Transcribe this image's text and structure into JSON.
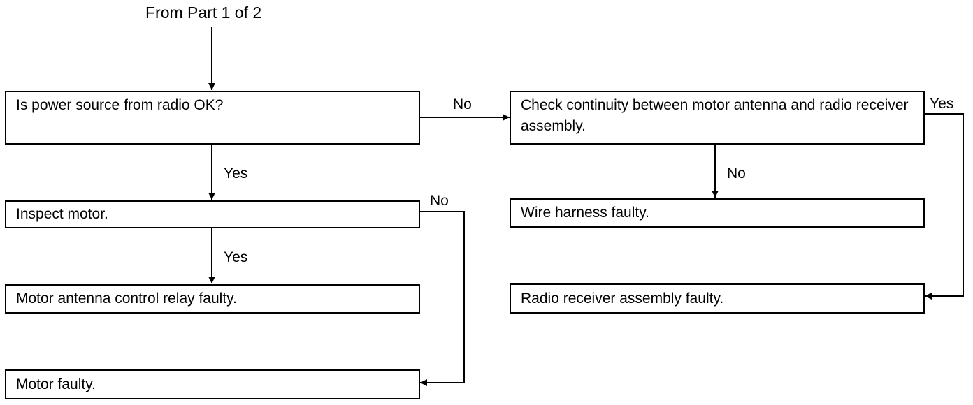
{
  "header": "From Part 1 of 2",
  "boxes": {
    "power_check": "Is power source from radio OK?",
    "continuity_check": "Check continuity between motor antenna and radio receiver assembly.",
    "inspect_motor": "Inspect motor.",
    "wire_harness": "Wire harness faulty.",
    "relay_faulty": "Motor antenna control relay faulty.",
    "receiver_faulty": "Radio receiver assembly faulty.",
    "motor_faulty": "Motor faulty."
  },
  "edges": {
    "power_no": "No",
    "power_yes": "Yes",
    "continuity_yes": "Yes",
    "continuity_no": "No",
    "inspect_no": "No",
    "inspect_yes": "Yes"
  },
  "colors": {
    "line": "#000000",
    "background": "#ffffff"
  }
}
